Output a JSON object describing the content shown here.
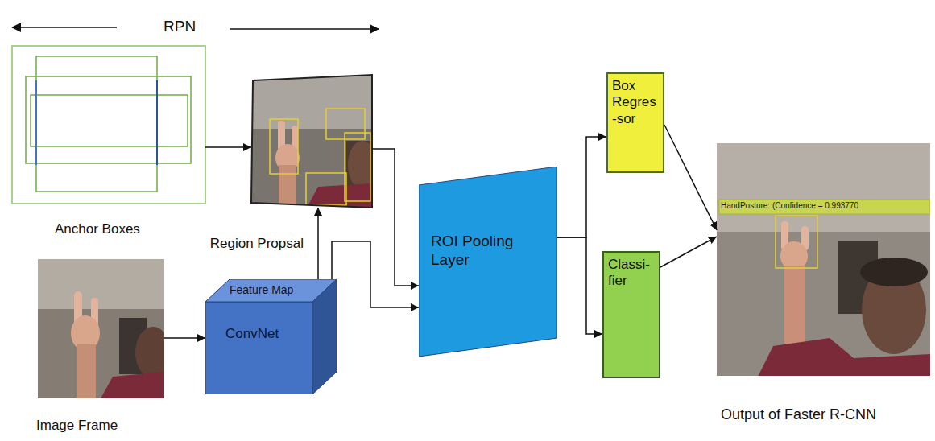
{
  "diagram": {
    "nodes": [
      {
        "text": [
          "Anchor Boxes"
        ]
      },
      {
        "text": [
          "Region Propsal"
        ]
      },
      {
        "text": [
          "Image Frame"
        ]
      },
      {
        "text": [
          "Feature Map",
          "ConvNet"
        ]
      },
      {
        "text": [
          "ROI Pooling Layer"
        ]
      },
      {
        "text": [
          "Box Regres -sor"
        ]
      },
      {
        "text": [
          "Classi- fier"
        ]
      },
      {
        "text": [
          "HandPosture: (Confidence = 0.993770",
          "Output of Faster R-CNN"
        ]
      }
    ],
    "edges": [
      {
        "from": 0,
        "to": 1,
        "arrow": "to"
      },
      {
        "from": 2,
        "to": 3,
        "arrow": "to"
      },
      {
        "from": 3,
        "to": 1,
        "arrow": "to"
      },
      {
        "from": 1,
        "to": 4,
        "arrow": "to"
      },
      {
        "from": 3,
        "to": 4,
        "arrow": "to"
      },
      {
        "from": 4,
        "to": 5,
        "arrow": "to"
      },
      {
        "from": 4,
        "to": 6,
        "arrow": "to"
      },
      {
        "from": 5,
        "to": 7,
        "arrow": "to"
      },
      {
        "from": 6,
        "to": 7,
        "arrow": "to"
      }
    ],
    "labels": [
      "RPN"
    ]
  }
}
